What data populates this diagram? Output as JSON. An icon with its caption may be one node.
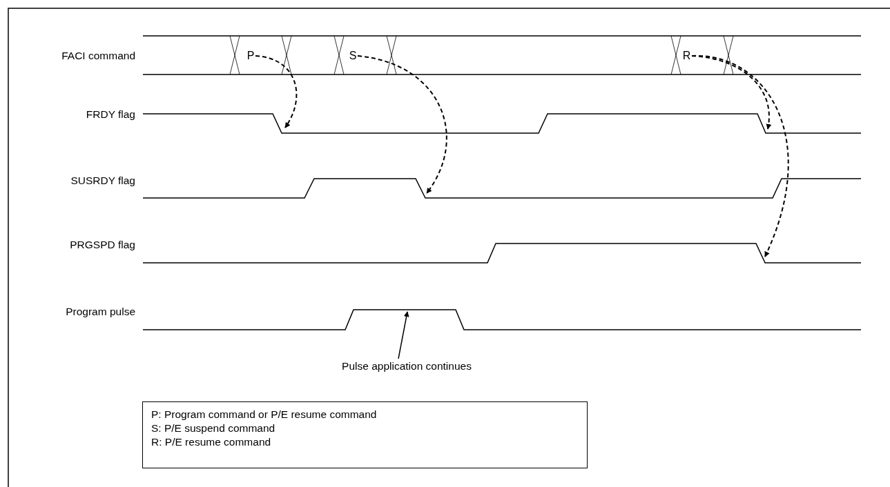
{
  "diagram": {
    "nodes": [
      {
        "text": [
          "P"
        ]
      },
      {
        "text": [
          "S"
        ]
      },
      {
        "text": [
          "R"
        ]
      },
      {
        "text": [
          "Pulse application continues"
        ]
      },
      {
        "text": [
          "P: Program command or P/E resume command",
          "S: P/E suspend command",
          "R: P/E resume command"
        ]
      }
    ],
    "edges": [
      {
        "from": 0,
        "to": null,
        "arrow": "to",
        "style": "dashed"
      },
      {
        "from": 1,
        "to": null,
        "arrow": "to",
        "style": "dashed"
      },
      {
        "from": 2,
        "to": null,
        "arrow": "to",
        "style": "dashed"
      },
      {
        "from": 2,
        "to": null,
        "arrow": "to",
        "style": "dashed"
      },
      {
        "from": 3,
        "to": null,
        "arrow": "to"
      }
    ],
    "labels": [
      "FACI command",
      "FRDY flag",
      "SUSRDY flag",
      "PRGSPD flag",
      "Program pulse"
    ]
  }
}
